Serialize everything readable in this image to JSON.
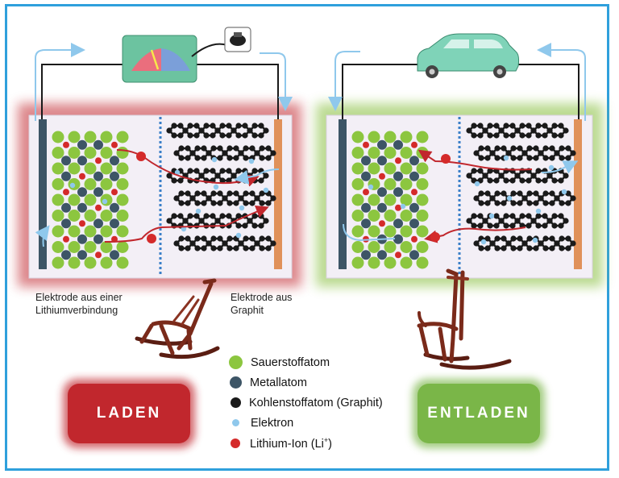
{
  "labels": {
    "electrode_left": "Elektrode aus einer Lithiumverbindung",
    "electrode_right": "Elektrode aus Graphit"
  },
  "legend": [
    {
      "label": "Sauerstoffatom",
      "color": "#8cc63f",
      "icon": "green-dot-icon"
    },
    {
      "label": "Metallatom",
      "color": "#3d5566",
      "icon": "dark-blue-dot-icon"
    },
    {
      "label": "Kohlenstoffatom (Graphit)",
      "color": "#1a1a1a",
      "icon": "black-dot-icon"
    },
    {
      "label": "Elektron",
      "color": "#8fc8ec",
      "icon": "light-blue-dot-icon"
    },
    {
      "label": "Lithium-Ion (Li",
      "sup": "+",
      "close": ")",
      "color": "#d42a2a",
      "icon": "red-dot-icon"
    }
  ],
  "buttons": {
    "laden": "LADEN",
    "entladen": "ENTLADEN"
  },
  "colors": {
    "frame": "#2fa0dc",
    "laden": "#c1272d",
    "entladen": "#7ab648",
    "oxygen": "#8cc63f",
    "metal": "#3d5566",
    "carbon": "#1a1a1a",
    "electron": "#8fc8ec",
    "lithium": "#d42a2a"
  }
}
